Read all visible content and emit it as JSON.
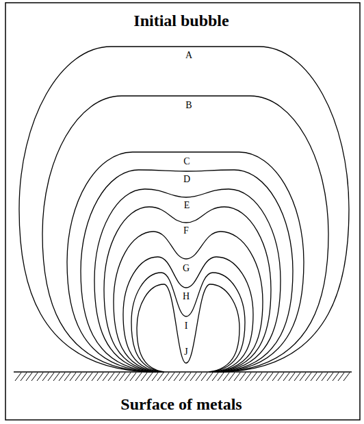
{
  "diagram": {
    "labels": [
      "Initial bubble",
      "A",
      "B",
      "C",
      "D",
      "E",
      "F",
      "G",
      "H",
      "I",
      "J",
      "Surface of metals"
    ]
  }
}
